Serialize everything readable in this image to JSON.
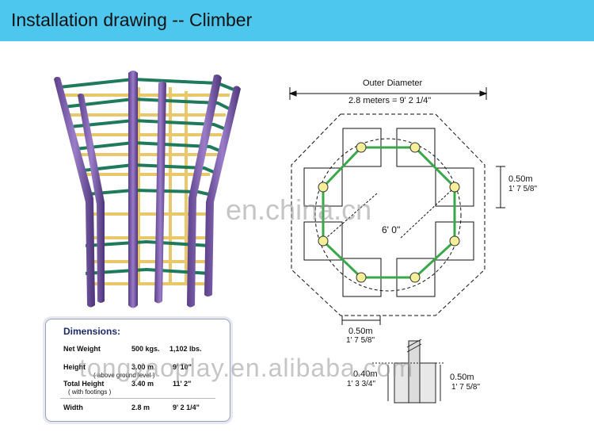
{
  "header": {
    "title": "Installation drawing -- Climber"
  },
  "watermarks": {
    "primary": "en.china.cn",
    "secondary": "tongyaoplay.en.alibaba.com"
  },
  "plan": {
    "outer_label": "Outer Diameter",
    "outer_value": "2.8 meters  =  9' 2 1/4\"",
    "center_label": "6' 0\"",
    "side_dim_m": "0.50m",
    "side_dim_ft": "1' 7 5/8\"",
    "bottom_dim_m": "0.50m",
    "bottom_dim_ft": "1' 7 5/8\""
  },
  "footing": {
    "depth_m": "0.40m",
    "depth_ft": "1' 3 3/4\"",
    "width_m": "0.50m",
    "width_ft": "1' 7 5/8\""
  },
  "dimensions": {
    "title": "Dimensions:",
    "net_weight_label": "Net Weight",
    "net_weight_kg": "500 kgs.",
    "net_weight_lb": "1,102 lbs.",
    "height_label": "Height",
    "height_m": "3.00 m",
    "height_ft": "9' 10\"",
    "height_note": "( above ground level )",
    "total_height_label": "Total Height",
    "total_height_m": "3.40 m",
    "total_height_ft": "11' 2\"",
    "total_height_note": "( with footings )",
    "width_label": "Width",
    "width_m": "2.8 m",
    "width_ft": "9' 2 1/4\""
  },
  "colors": {
    "header": "#4ec7ee",
    "pole": "#7a5aa6",
    "rail": "#1e7a5a",
    "rung": "#e8c86a",
    "octagon": "#3aa84a"
  }
}
